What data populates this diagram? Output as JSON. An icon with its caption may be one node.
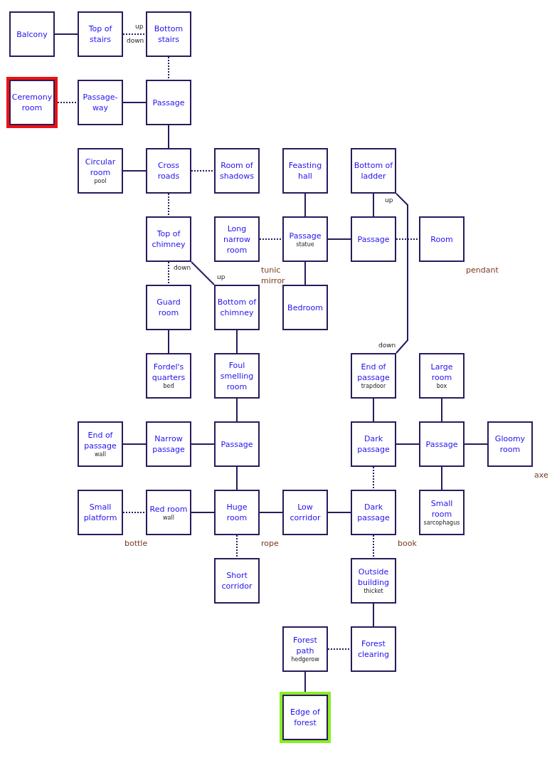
{
  "diagram": {
    "nodes": [
      {
        "text": [
          "Balcony"
        ]
      },
      {
        "text": [
          "Top of stairs"
        ]
      },
      {
        "text": [
          "Bottom stairs"
        ]
      },
      {
        "text": [
          "Ceremony room"
        ]
      },
      {
        "text": [
          "Passage-way"
        ]
      },
      {
        "text": [
          "Passage"
        ]
      },
      {
        "text": [
          "Circular room",
          "pool"
        ]
      },
      {
        "text": [
          "Cross roads"
        ]
      },
      {
        "text": [
          "Room of shadows"
        ]
      },
      {
        "text": [
          "Feasting hall"
        ]
      },
      {
        "text": [
          "Bottom of ladder"
        ]
      },
      {
        "text": [
          "Top of chimney"
        ]
      },
      {
        "text": [
          "Long narrow room"
        ],
        "beside": [
          "tunic",
          "mirror"
        ]
      },
      {
        "text": [
          "Passage",
          "statue"
        ]
      },
      {
        "text": [
          "Passage"
        ]
      },
      {
        "text": [
          "Room"
        ],
        "beside": [
          "pendant"
        ]
      },
      {
        "text": [
          "Guard room"
        ]
      },
      {
        "text": [
          "Bottom of chimney"
        ]
      },
      {
        "text": [
          "Bedroom"
        ]
      },
      {
        "text": [
          "Fordel's quarters",
          "bed"
        ]
      },
      {
        "text": [
          "Foul smelling room"
        ]
      },
      {
        "text": [
          "End of passage",
          "trapdoor"
        ]
      },
      {
        "text": [
          "Large room",
          "box"
        ]
      },
      {
        "text": [
          "End of passage",
          "wall"
        ]
      },
      {
        "text": [
          "Narrow passage"
        ]
      },
      {
        "text": [
          "Passage"
        ]
      },
      {
        "text": [
          "Dark passage"
        ]
      },
      {
        "text": [
          "Passage"
        ]
      },
      {
        "text": [
          "Gloomy room"
        ],
        "beside": [
          "axe"
        ]
      },
      {
        "text": [
          "Small platform"
        ],
        "beside": [
          "bottle"
        ]
      },
      {
        "text": [
          "Red room",
          "wall"
        ]
      },
      {
        "text": [
          "Huge room"
        ],
        "beside": [
          "rope"
        ]
      },
      {
        "text": [
          "Low corridor"
        ]
      },
      {
        "text": [
          "Dark passage"
        ],
        "beside": [
          "book"
        ]
      },
      {
        "text": [
          "Small room",
          "sarcophagus"
        ]
      },
      {
        "text": [
          "Short corridor"
        ]
      },
      {
        "text": [
          "Outside building",
          "thicket"
        ]
      },
      {
        "text": [
          "Forest path",
          "hedgerow"
        ]
      },
      {
        "text": [
          "Forest clearing"
        ]
      },
      {
        "text": [
          "Edge of forest"
        ]
      }
    ],
    "edges": [
      {
        "from": 0,
        "to": 1,
        "arrow": "none"
      },
      {
        "from": 1,
        "to": 2,
        "arrow": "none",
        "style": "dashed",
        "label": "up"
      },
      {
        "from": 2,
        "to": 5,
        "arrow": "none",
        "style": "dashed"
      },
      {
        "from": 3,
        "to": 4,
        "arrow": "none",
        "style": "dashed"
      },
      {
        "from": 4,
        "to": 5,
        "arrow": "none"
      },
      {
        "from": 5,
        "to": 7,
        "arrow": "none"
      },
      {
        "from": 6,
        "to": 7,
        "arrow": "none"
      },
      {
        "from": 7,
        "to": 8,
        "arrow": "none",
        "style": "dashed"
      },
      {
        "from": 7,
        "to": 11,
        "arrow": "none",
        "style": "dashed"
      },
      {
        "from": 9,
        "to": 13,
        "arrow": "none"
      },
      {
        "from": 10,
        "to": 14,
        "arrow": "none"
      },
      {
        "from": 10,
        "to": 21,
        "arrow": "none",
        "label": "up"
      },
      {
        "from": 12,
        "to": 13,
        "arrow": "none",
        "style": "dashed"
      },
      {
        "from": 13,
        "to": 14,
        "arrow": "none"
      },
      {
        "from": 14,
        "to": 15,
        "arrow": "none",
        "style": "dashed"
      },
      {
        "from": 11,
        "to": 16,
        "arrow": "none",
        "style": "dashed",
        "label": "down"
      },
      {
        "from": 11,
        "to": 17,
        "arrow": "none",
        "label": "up"
      },
      {
        "from": 13,
        "to": 18,
        "arrow": "none"
      },
      {
        "from": 16,
        "to": 19,
        "arrow": "none"
      },
      {
        "from": 17,
        "to": 20,
        "arrow": "none"
      },
      {
        "from": 20,
        "to": 25,
        "arrow": "none"
      },
      {
        "from": 21,
        "to": 26,
        "arrow": "none"
      },
      {
        "from": 22,
        "to": 27,
        "arrow": "none"
      },
      {
        "from": 23,
        "to": 24,
        "arrow": "none"
      },
      {
        "from": 24,
        "to": 25,
        "arrow": "none"
      },
      {
        "from": 26,
        "to": 27,
        "arrow": "none"
      },
      {
        "from": 27,
        "to": 28,
        "arrow": "none"
      },
      {
        "from": 26,
        "to": 33,
        "arrow": "none",
        "style": "dashed"
      },
      {
        "from": 27,
        "to": 34,
        "arrow": "none"
      },
      {
        "from": 29,
        "to": 30,
        "arrow": "none",
        "style": "dashed"
      },
      {
        "from": 30,
        "to": 31,
        "arrow": "none"
      },
      {
        "from": 25,
        "to": 31,
        "arrow": "none"
      },
      {
        "from": 31,
        "to": 32,
        "arrow": "none"
      },
      {
        "from": 32,
        "to": 33,
        "arrow": "none"
      },
      {
        "from": 31,
        "to": 35,
        "arrow": "none",
        "style": "dashed"
      },
      {
        "from": 33,
        "to": 36,
        "arrow": "none",
        "style": "dashed"
      },
      {
        "from": 36,
        "to": 38,
        "arrow": "none"
      },
      {
        "from": 37,
        "to": 38,
        "arrow": "none",
        "style": "dashed"
      },
      {
        "from": 37,
        "to": 39,
        "arrow": "none"
      }
    ],
    "labels": [
      "down",
      "down"
    ]
  }
}
